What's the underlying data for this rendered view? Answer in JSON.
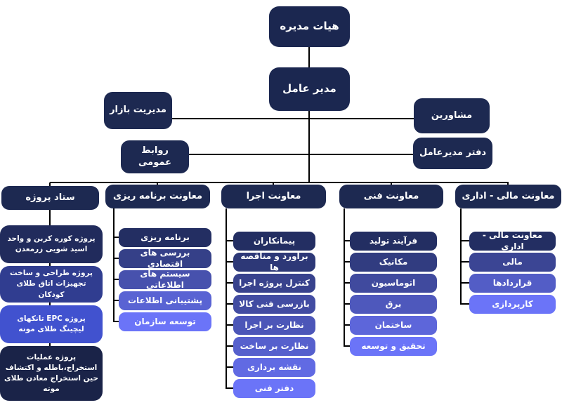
{
  "palette": {
    "background": "#ffffff",
    "line": "#000000",
    "node_text": "#ffffff",
    "header_navy": "#1d2951"
  },
  "chart": {
    "type": "org-chart",
    "direction": "rtl",
    "board": {
      "label": "هیات مدیره",
      "color": "#1b2750"
    },
    "ceo": {
      "label": "مدیر عامل",
      "color": "#1b2750"
    },
    "side_nodes": [
      {
        "label": "مدیریت بازار",
        "color": "#1d2951"
      },
      {
        "label": "مشاورین",
        "color": "#1d2951"
      },
      {
        "label": "روابط عمومی",
        "color": "#1d2951"
      },
      {
        "label": "دفتر مدیرعامل",
        "color": "#1d2951"
      }
    ],
    "branches": [
      {
        "label": "ستاد پروژه",
        "color": "#1d2951",
        "children": [
          {
            "label": "پروژه کوره کربن و واحد اسید شویی زرمعدن",
            "color": "#212b5c"
          },
          {
            "label": "پروژه طراحی و ساخت تجهیزات اتاق طلای کودکان",
            "color": "#303d90"
          },
          {
            "label": "پروژه EPC تانکهای لیچینگ طلای موته",
            "color": "#4152cf"
          },
          {
            "label": "پروژه عملیات استخراج،باطله و اکتشاف حین استخراج معادن طلای موته",
            "color": "#1a2348"
          }
        ]
      },
      {
        "label": "معاونت برنامه ریزی",
        "color": "#1d2951",
        "children": [
          {
            "label": "برنامه ریزی",
            "color": "#232e62"
          },
          {
            "label": "بررسی های اقتصادی",
            "color": "#354088"
          },
          {
            "label": "سیستم های اطلاعاتی",
            "color": "#4751ad"
          },
          {
            "label": "پشتیبانی اطلاعات",
            "color": "#5963d3"
          },
          {
            "label": "توسعه سازمان",
            "color": "#6b74f8"
          }
        ]
      },
      {
        "label": "معاونت اجرا",
        "color": "#1d2951",
        "children": [
          {
            "label": "پیمانکاران",
            "color": "#232e62"
          },
          {
            "label": "برآورد و مناقصه ها",
            "color": "#2d3877"
          },
          {
            "label": "کنترل پروژه اجرا",
            "color": "#38428d"
          },
          {
            "label": "بازرسی فنی کالا",
            "color": "#424ca2"
          },
          {
            "label": "نظارت بر اجرا",
            "color": "#4c56b8"
          },
          {
            "label": "نظارت بر ساخت",
            "color": "#5660cd"
          },
          {
            "label": "نقشه برداری",
            "color": "#616ae3"
          },
          {
            "label": "دفتر فنی",
            "color": "#6b74f8"
          }
        ]
      },
      {
        "label": "معاونت فنی",
        "color": "#1d2951",
        "children": [
          {
            "label": "فرآیند تولید",
            "color": "#232e62"
          },
          {
            "label": "مکانیک",
            "color": "#313c80"
          },
          {
            "label": "اتوماسیون",
            "color": "#404a9e"
          },
          {
            "label": "برق",
            "color": "#4e58bc"
          },
          {
            "label": "ساختمان",
            "color": "#5d66da"
          },
          {
            "label": "تحقیق و توسعه",
            "color": "#6b74f8"
          }
        ]
      },
      {
        "label": "معاونت مالی - اداری",
        "color": "#1d2951",
        "children": [
          {
            "label": "معاونت مالی - اداری",
            "color": "#232e62"
          },
          {
            "label": "مالی",
            "color": "#3b4594"
          },
          {
            "label": "قراردادها",
            "color": "#535dc6"
          },
          {
            "label": "کارپردازی",
            "color": "#6b74f8"
          }
        ]
      }
    ]
  }
}
